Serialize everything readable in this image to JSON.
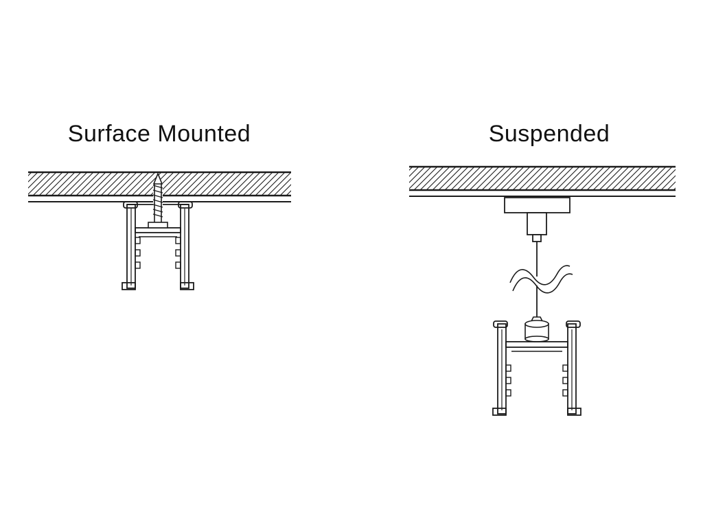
{
  "canvas": {
    "background": "#ffffff",
    "ink": "#1b1b1b"
  },
  "diagrams": {
    "surface_mounted": {
      "title": "Surface Mounted",
      "parts": {
        "ceiling": "ceiling-slab",
        "fastener": "mounting-screw",
        "track": "track-profile-cross-section"
      }
    },
    "suspended": {
      "title": "Suspended",
      "parts": {
        "ceiling": "ceiling-slab",
        "canopy": "ceiling-canopy",
        "cable": "suspension-cable",
        "grip": "cable-gripper",
        "track": "track-profile-cross-section"
      }
    }
  }
}
